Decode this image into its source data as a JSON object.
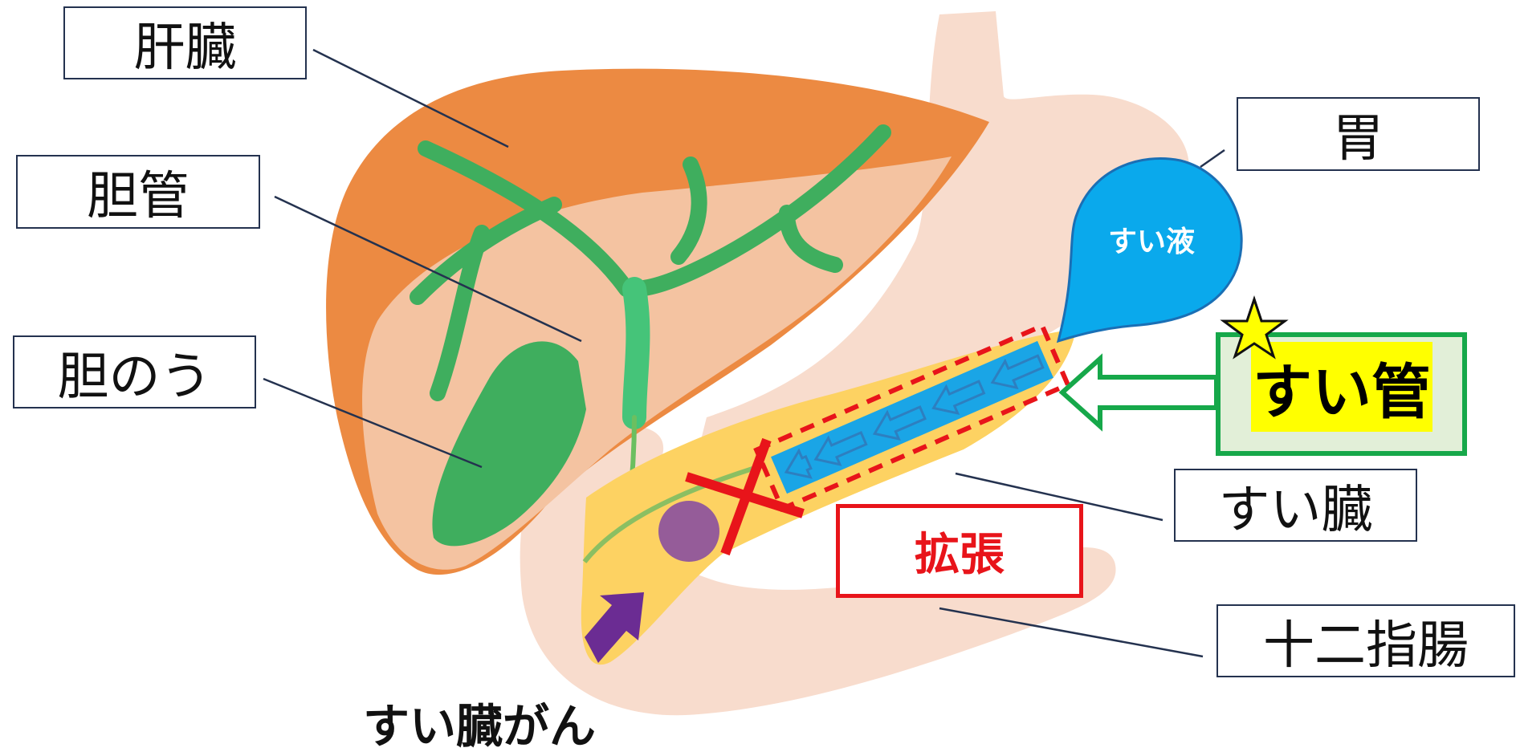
{
  "labels": {
    "liver": "肝臓",
    "bile_duct": "胆管",
    "gallbladder": "胆のう",
    "stomach": "胃",
    "pancreas": "すい臓",
    "duodenum": "十二指腸"
  },
  "pancreatic_juice": "すい液",
  "pancreatic_duct": "すい管",
  "dilation": "拡張",
  "pancreatic_cancer": "すい臓がん",
  "colors": {
    "liver": "#ec8a42",
    "liver_inner": "#f4c3a1",
    "bile_duct": "#3fae5e",
    "stomach_duodenum": "#f8dccd",
    "pancreas": "#fdd262",
    "duct": "#1aa5e6",
    "accent_red": "#e8141a",
    "tumor": "#8a4fa0",
    "highlight_green": "#16a84a",
    "highlight_yellow": "#ffff00"
  }
}
